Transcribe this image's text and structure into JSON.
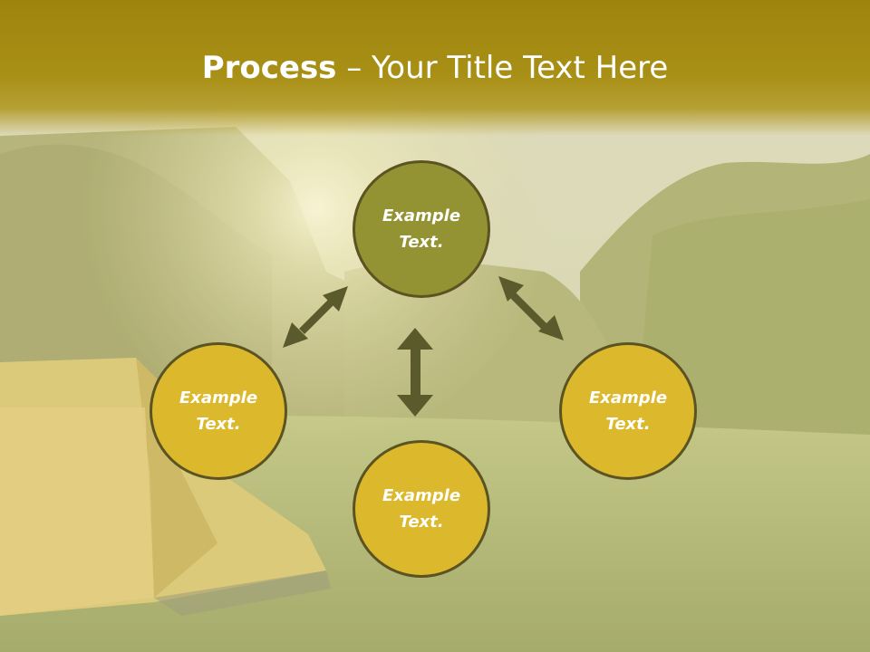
{
  "title": {
    "bold": "Process",
    "rest": " – Your Title Text Here"
  },
  "nodes": {
    "top": {
      "line1": "Example",
      "line2": "Text."
    },
    "left": {
      "line1": "Example",
      "line2": "Text."
    },
    "right": {
      "line1": "Example",
      "line2": "Text."
    },
    "bottom": {
      "line1": "Example",
      "line2": "Text."
    }
  },
  "colors": {
    "header": "#a0860f",
    "top_circle": "#939333",
    "side_circles": "#dcb92c",
    "circle_border": "#5b5322",
    "arrows": "#5b5a2c"
  }
}
